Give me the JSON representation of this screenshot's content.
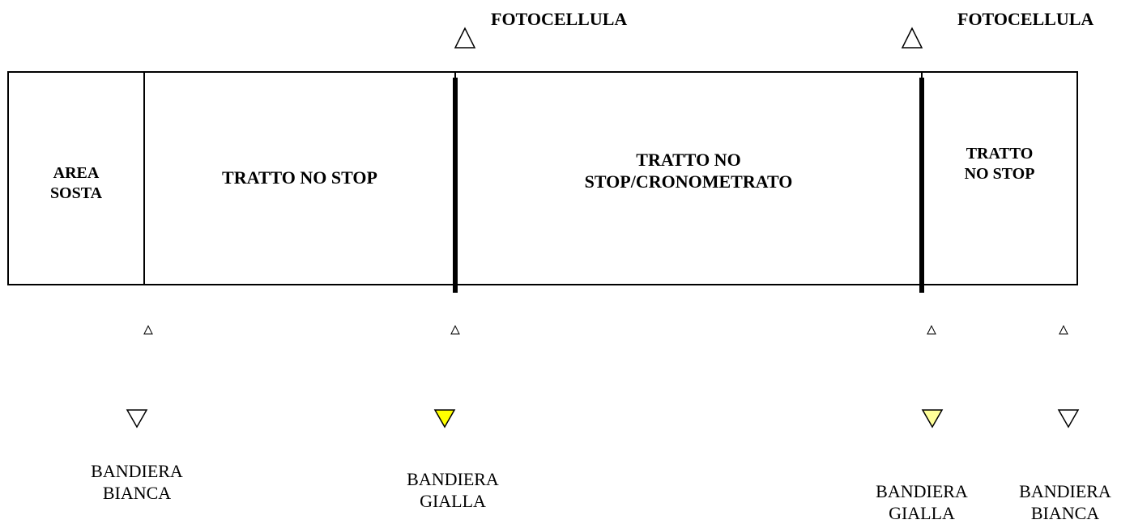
{
  "photocells": [
    {
      "label": "FOTOCELLULA"
    },
    {
      "label": "FOTOCELLULA"
    }
  ],
  "zones": [
    {
      "label_lines": [
        "AREA",
        "SOSTA"
      ]
    },
    {
      "label_lines": [
        "TRATTO NO STOP"
      ]
    },
    {
      "label_lines": [
        "TRATTO NO",
        "STOP/CRONOMETRATO"
      ]
    },
    {
      "label_lines": [
        "TRATTO",
        "NO STOP"
      ]
    }
  ],
  "flags": [
    {
      "label_lines": [
        "BANDIERA",
        "BIANCA"
      ],
      "color": "#ffffff"
    },
    {
      "label_lines": [
        "BANDIERA",
        "GIALLA"
      ],
      "color": "#ffff00"
    },
    {
      "label_lines": [
        "BANDIERA",
        "GIALLA"
      ],
      "color": "#ffff99"
    },
    {
      "label_lines": [
        "BANDIERA",
        "BIANCA"
      ],
      "color": "#ffffff"
    }
  ]
}
